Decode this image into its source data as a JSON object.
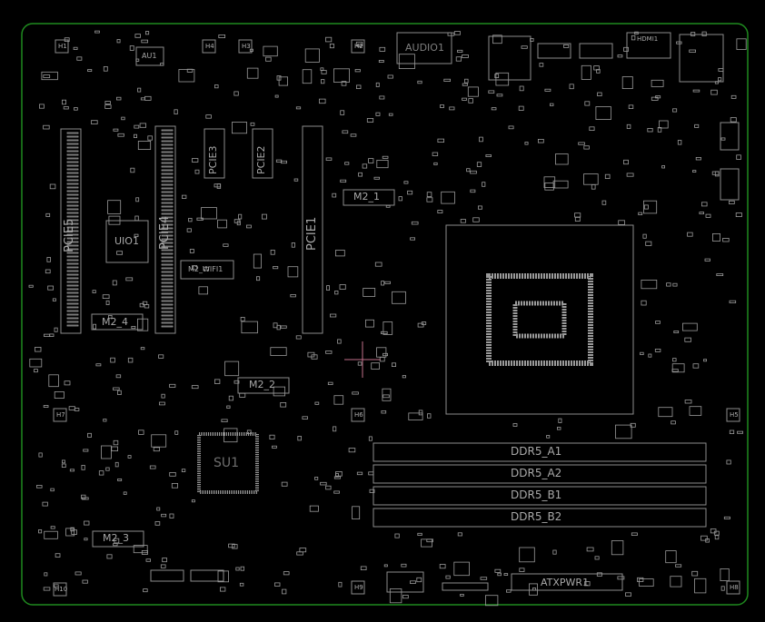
{
  "board": {
    "outline_color": "#1f8a1f",
    "silkscreen_color": "#a8a8a8",
    "crosshair_color": "#c2708a"
  },
  "labels": {
    "au1": "AU1",
    "audio1": "AUDIO1",
    "hdmi1": "HDMI1",
    "pcie1": "PCIE1",
    "pcie2": "PCIE2",
    "pcie3": "PCIE3",
    "pcie4": "PCIE4",
    "pcie5": "PCIE5",
    "uio1": "UIO1",
    "m2_1": "M2_1",
    "m2_2": "M2_2",
    "m2_3": "M2_3",
    "m2_4": "M2_4",
    "m2_wifi1": "M2_WIFI1",
    "su1": "SU1",
    "ddr5_a1": "DDR5_A1",
    "ddr5_a2": "DDR5_A2",
    "ddr5_b1": "DDR5_B1",
    "ddr5_b2": "DDR5_B2",
    "atxpwr1": "ATXPWR1",
    "h1": "H1",
    "h2": "H2",
    "h3": "H3",
    "h4": "H4",
    "h5": "H5",
    "h6": "H6",
    "h7": "H7",
    "h8": "H8",
    "h9": "H9",
    "h10": "H10"
  }
}
